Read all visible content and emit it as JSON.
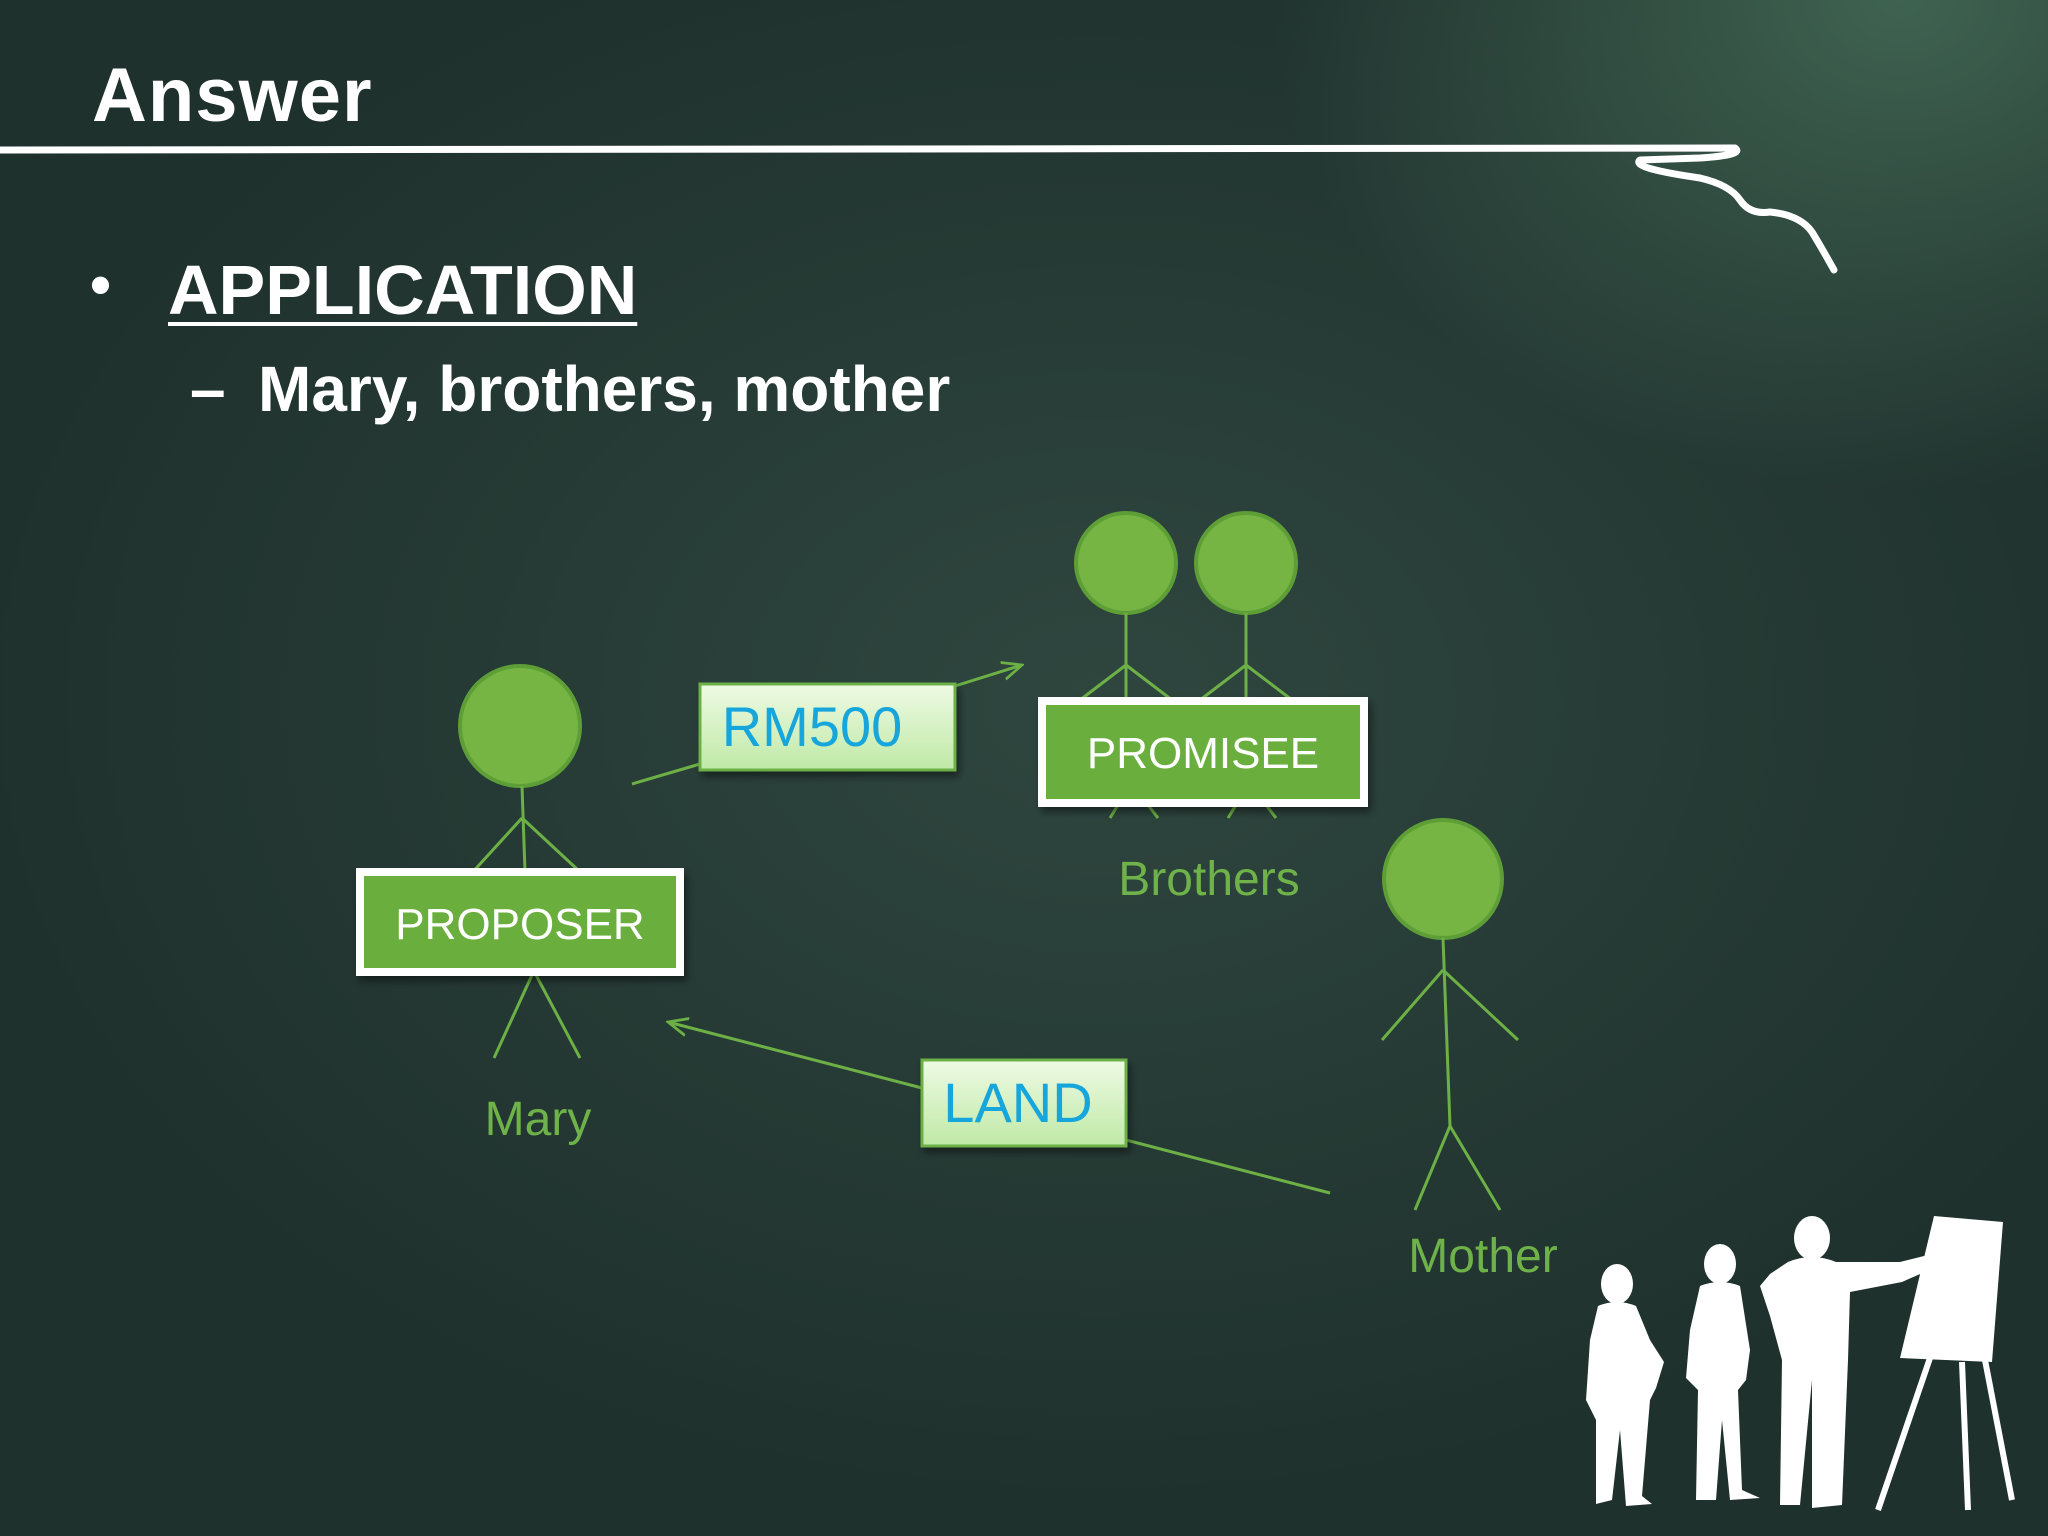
{
  "slide": {
    "title": "Answer",
    "bullet": "APPLICATION",
    "sub_bullet": "Mary, brothers, mother"
  },
  "diagram": {
    "proposer_label": "PROPOSER",
    "promisee_label": "PROMISEE",
    "mary_label": "Mary",
    "brothers_label": "Brothers",
    "mother_label": "Mother",
    "offer_label": "RM500",
    "consideration_label": "LAND"
  },
  "colors": {
    "figure_green": "#76b543",
    "figure_outline": "#5a9a32",
    "line_green": "#6cb046",
    "name_green": "#6fb24a",
    "value_blue": "#17a6dc",
    "value_box_fill": "#d5f3c3",
    "label_box_fill": "#6aaf3e"
  }
}
